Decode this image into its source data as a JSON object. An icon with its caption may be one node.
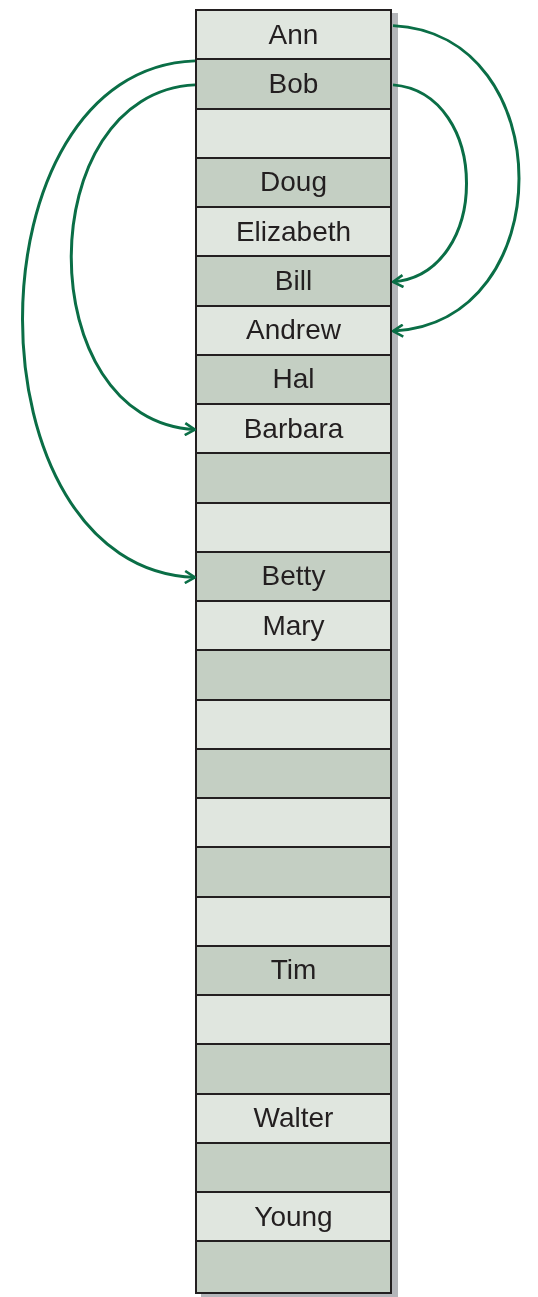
{
  "diagram": {
    "nodes": [
      {
        "text": [
          "Ann"
        ]
      },
      {
        "text": [
          "Bob"
        ]
      },
      {
        "text": [],
        "shape": "box"
      },
      {
        "text": [
          "Doug"
        ]
      },
      {
        "text": [
          "Elizabeth"
        ]
      },
      {
        "text": [
          "Bill"
        ]
      },
      {
        "text": [
          "Andrew"
        ]
      },
      {
        "text": [
          "Hal"
        ]
      },
      {
        "text": [
          "Barbara"
        ]
      },
      {
        "text": [],
        "shape": "box"
      },
      {
        "text": [],
        "shape": "box"
      },
      {
        "text": [
          "Betty"
        ]
      },
      {
        "text": [
          "Mary"
        ]
      },
      {
        "text": [],
        "shape": "box"
      },
      {
        "text": [],
        "shape": "box"
      },
      {
        "text": [],
        "shape": "box"
      },
      {
        "text": [],
        "shape": "box"
      },
      {
        "text": [],
        "shape": "box"
      },
      {
        "text": [],
        "shape": "box"
      },
      {
        "text": [
          "Tim"
        ]
      },
      {
        "text": [],
        "shape": "box"
      },
      {
        "text": [],
        "shape": "box"
      },
      {
        "text": [
          "Walter"
        ]
      },
      {
        "text": [],
        "shape": "box"
      },
      {
        "text": [
          "Young"
        ]
      },
      {
        "text": [],
        "shape": "box"
      }
    ],
    "edges": [
      {
        "from": 0,
        "to": 6,
        "arrow": "to"
      },
      {
        "from": 1,
        "to": 5,
        "arrow": "to"
      },
      {
        "from": 1,
        "to": 8,
        "arrow": "to"
      },
      {
        "from": 1,
        "to": 11,
        "arrow": "to"
      }
    ]
  }
}
